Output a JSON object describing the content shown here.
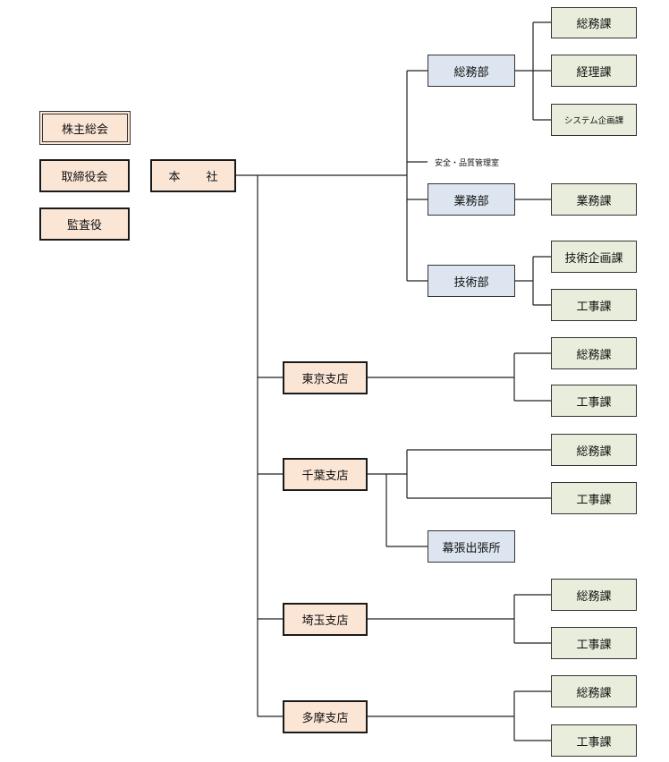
{
  "governance": {
    "shareholders": "株主総会",
    "board": "取締役会",
    "auditor": "監査役"
  },
  "headquarters": {
    "label": "本　社",
    "general_affairs_dept": {
      "label": "総務部",
      "sections": [
        "総務課",
        "経理課",
        "システム企画課"
      ]
    },
    "safety_quality_office": "安全・品質管理室",
    "business_dept": {
      "label": "業務部",
      "sections": [
        "業務課"
      ]
    },
    "technical_dept": {
      "label": "技術部",
      "sections": [
        "技術企画課",
        "工事課"
      ]
    }
  },
  "branches": {
    "tokyo": {
      "label": "東京支店",
      "sections": [
        "総務課",
        "工事課"
      ]
    },
    "chiba": {
      "label": "千葉支店",
      "sections": [
        "総務課",
        "工事課"
      ],
      "office": "幕張出張所"
    },
    "saitama": {
      "label": "埼玉支店",
      "sections": [
        "総務課",
        "工事課"
      ]
    },
    "tama": {
      "label": "多摩支店",
      "sections": [
        "総務課",
        "工事課"
      ]
    }
  }
}
